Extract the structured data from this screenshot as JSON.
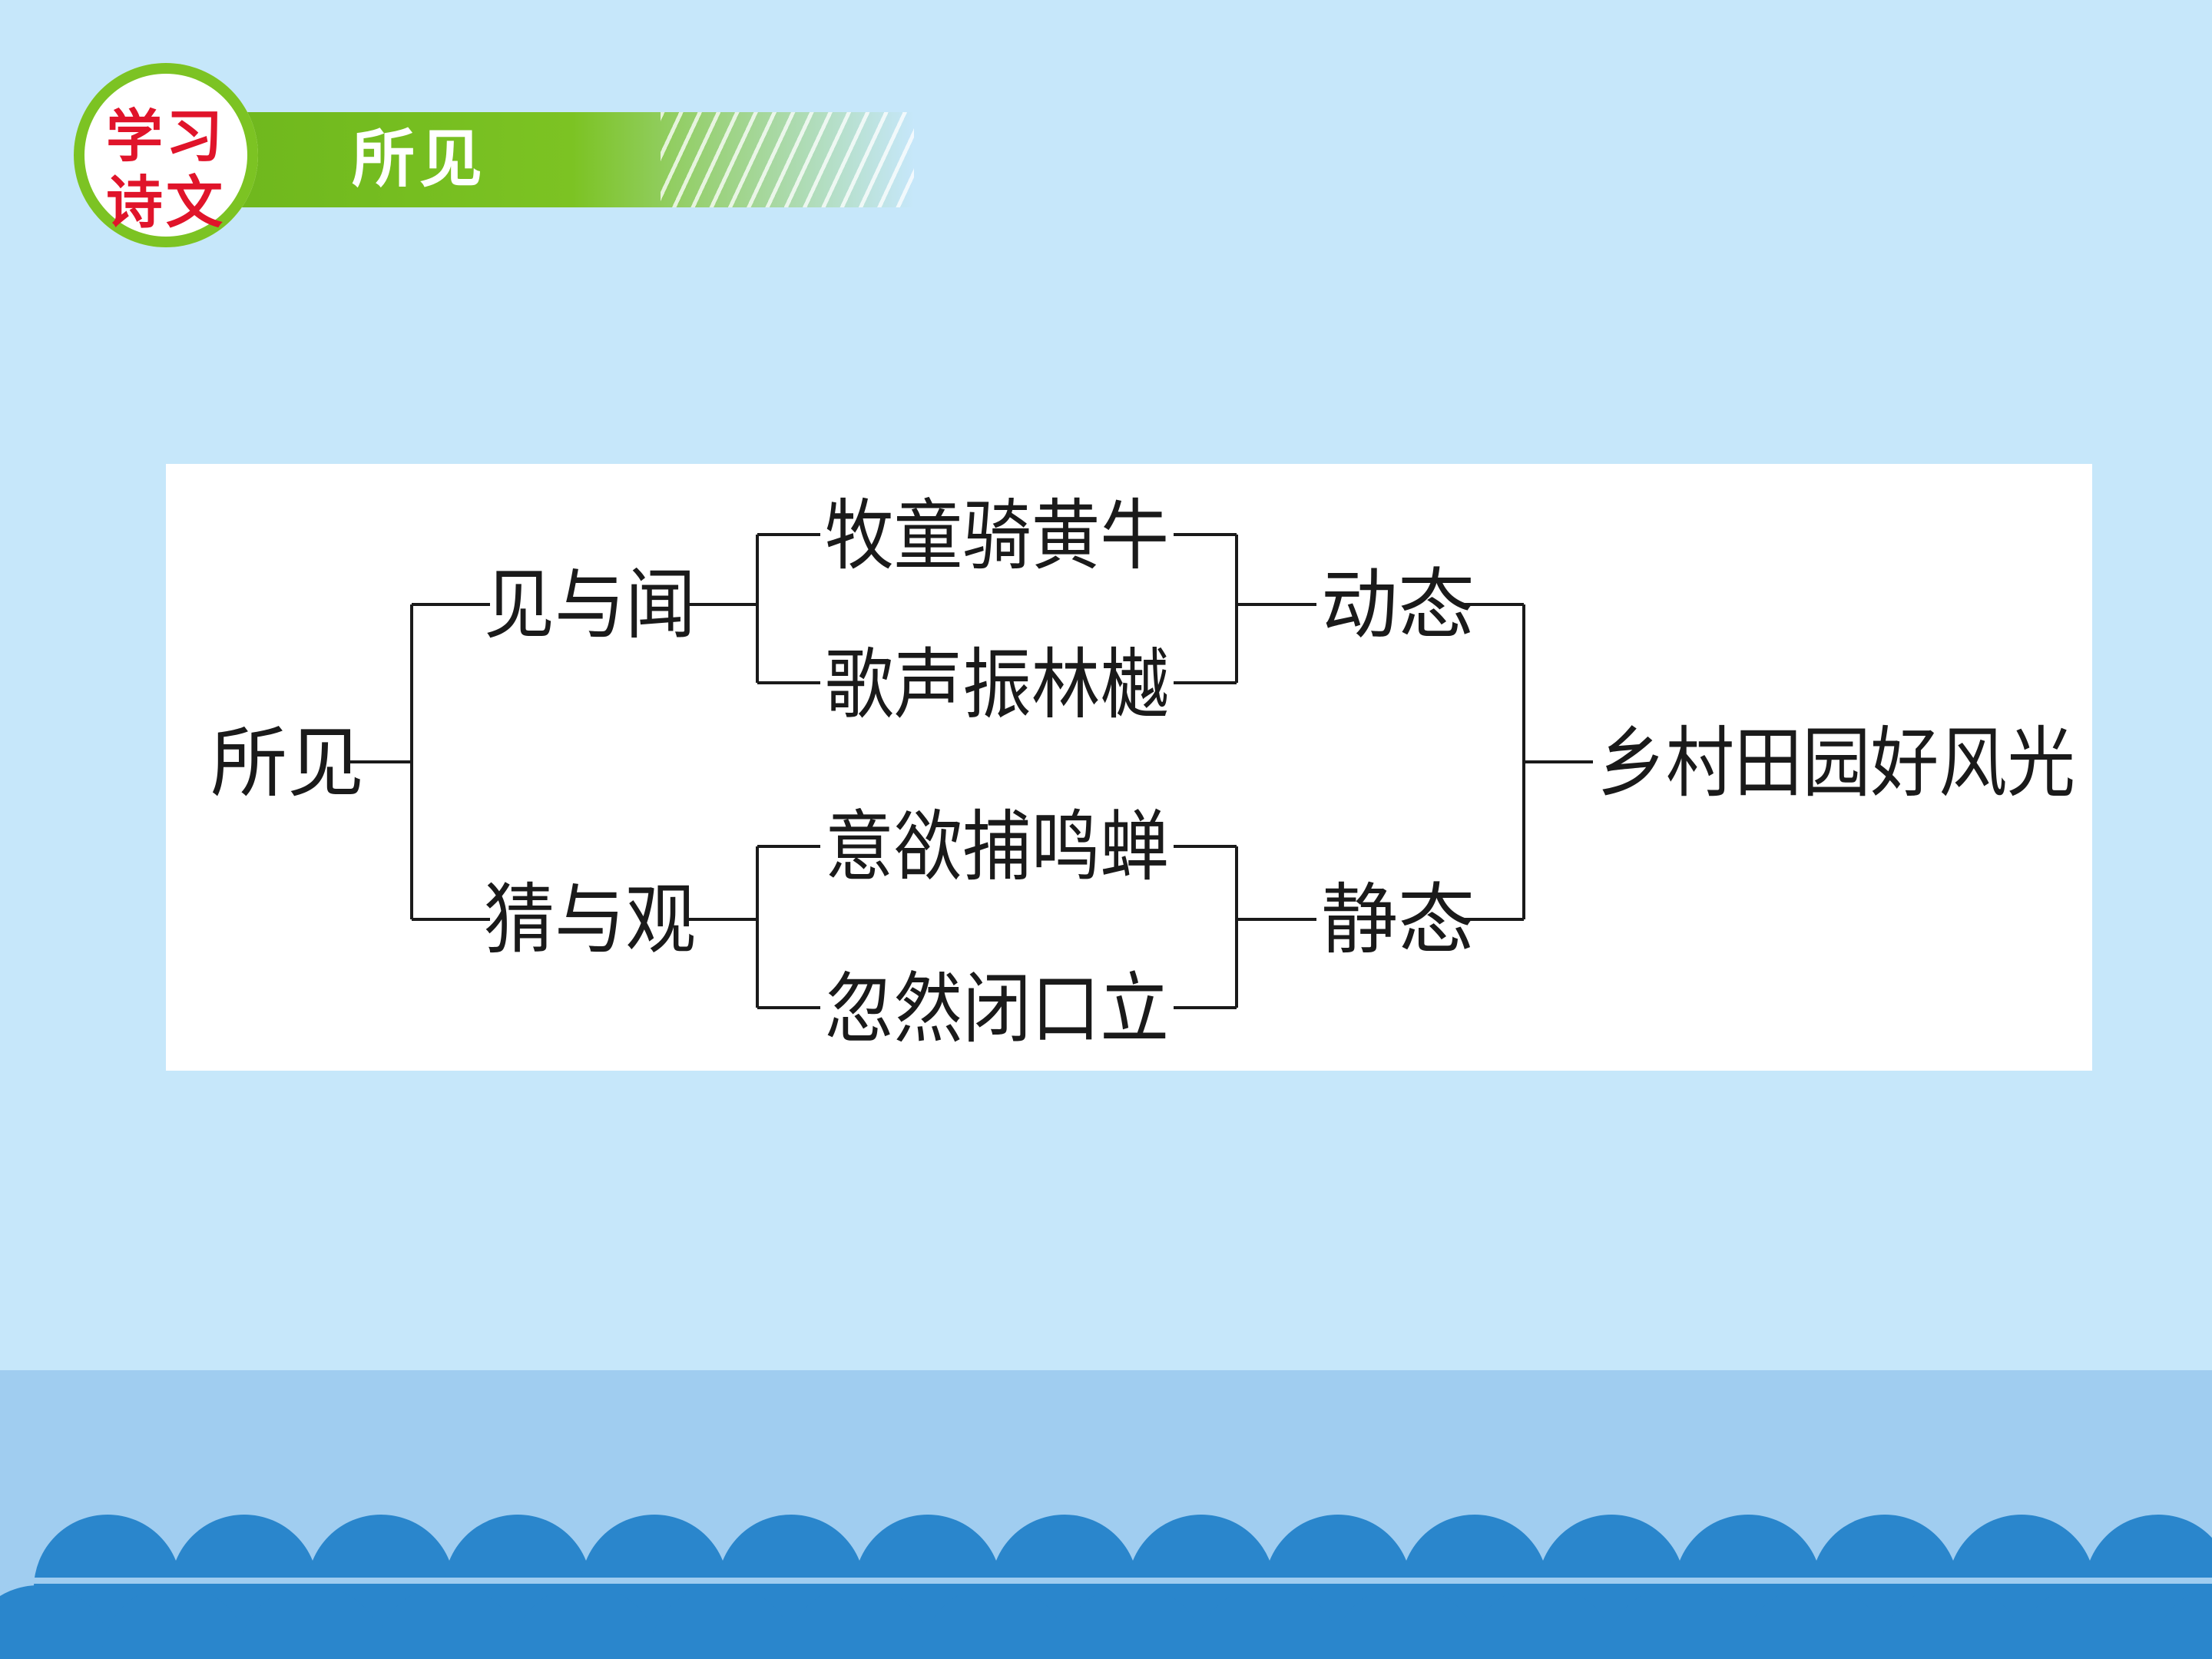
{
  "header": {
    "badge_line1": "学习",
    "badge_line2": "诗文",
    "title": "所见"
  },
  "diagram": {
    "root": "所见",
    "branches": [
      {
        "label": "见与闻",
        "lines": [
          "牧童骑黄牛",
          "歌声振林樾"
        ],
        "state": "动态"
      },
      {
        "label": "猜与观",
        "lines": [
          "意欲捕鸣蝉",
          "忽然闭口立"
        ],
        "state": "静态"
      }
    ],
    "conclusion": "乡村田园好风光"
  },
  "colors": {
    "background": "#c6e7fa",
    "banner_green": "#7cc323",
    "badge_red": "#e0142a",
    "wave_dark": "#2a86cc",
    "wave_band": "#a0cdf0"
  }
}
